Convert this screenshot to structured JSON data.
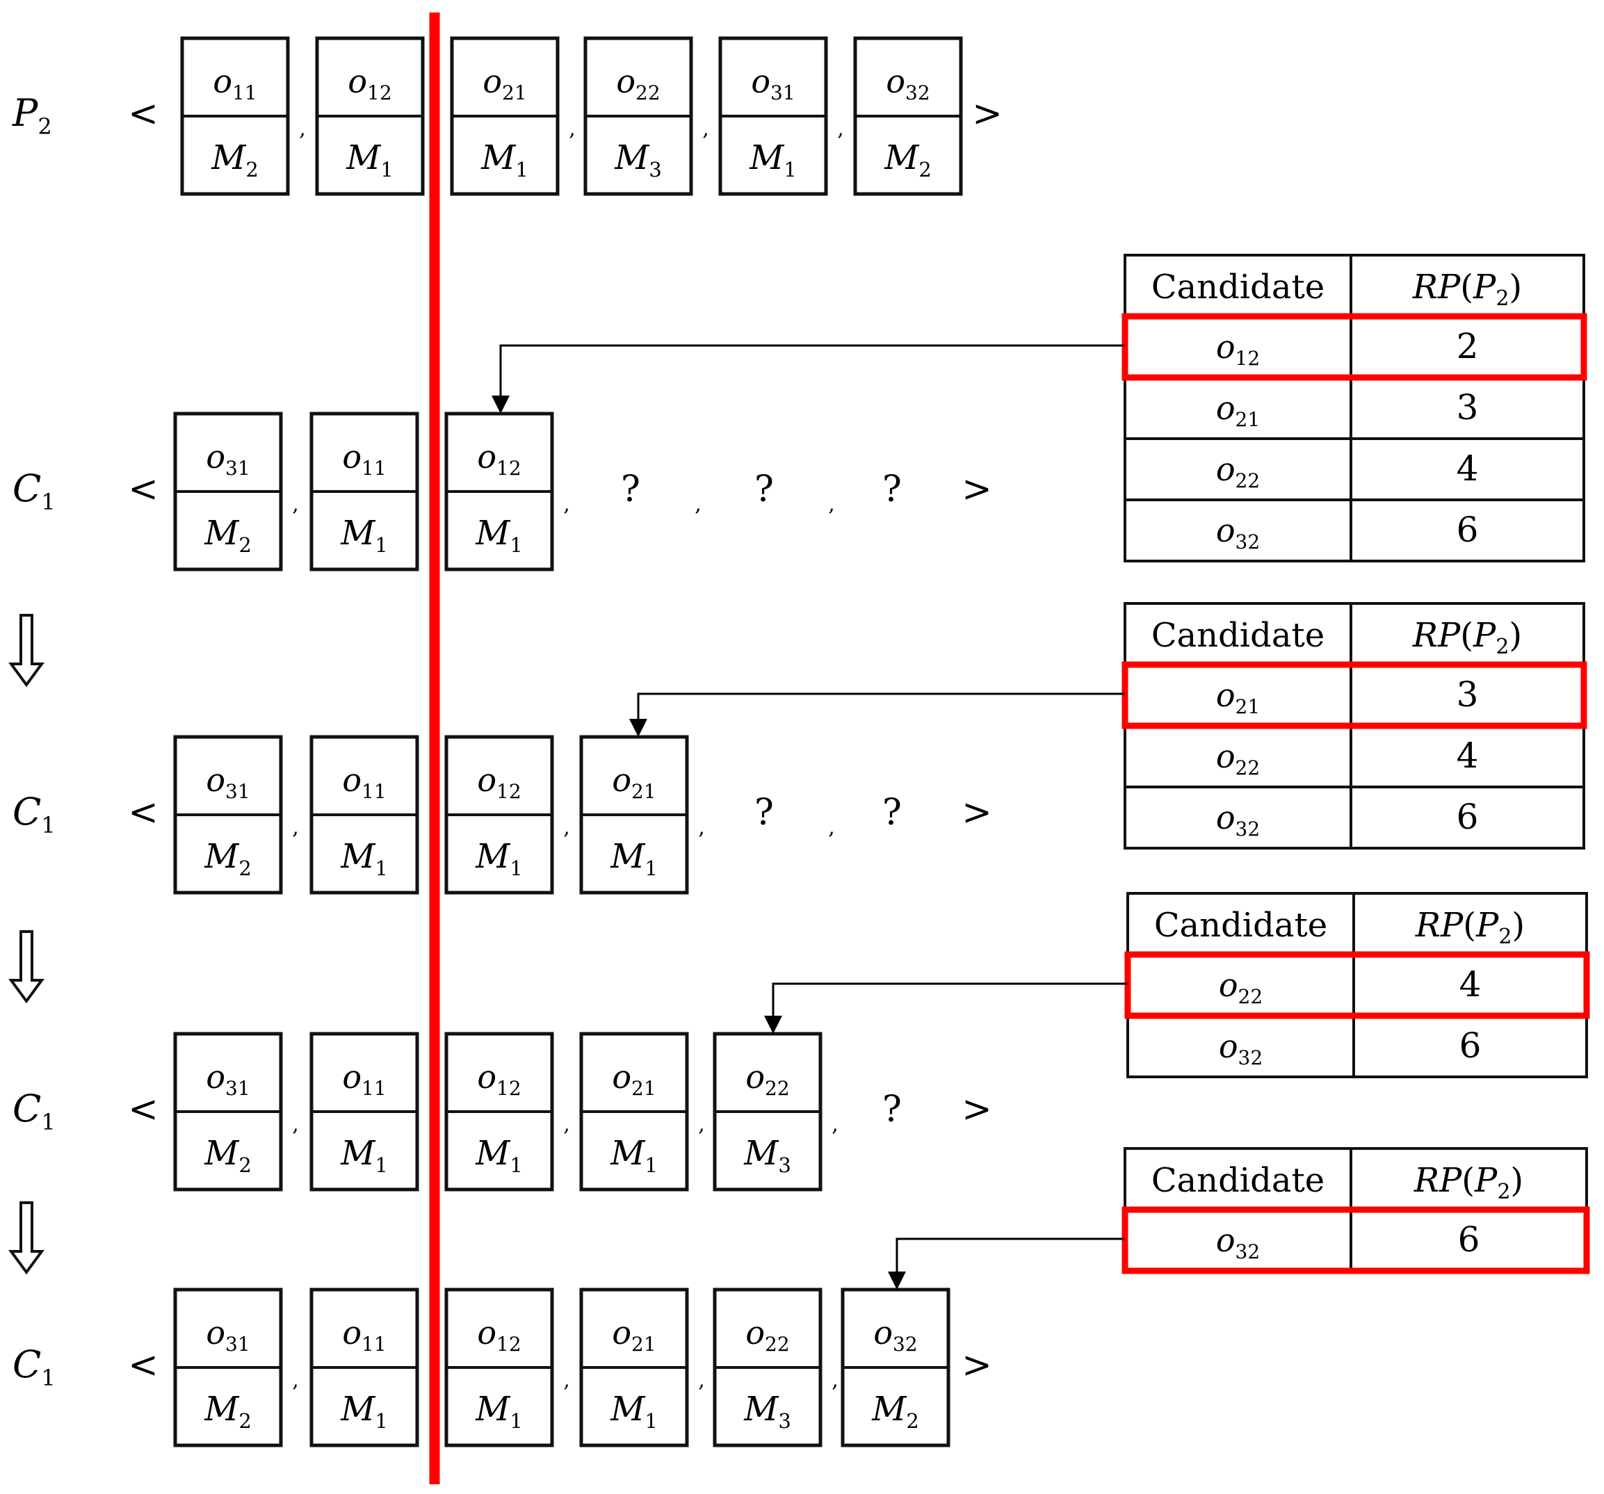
{
  "diagram": {
    "rows": [
      {
        "label": "P",
        "label_sub": "2",
        "cells": [
          {
            "op": "o",
            "op_sub": "11",
            "m": "M",
            "m_sub": "2"
          },
          {
            "op": "o",
            "op_sub": "12",
            "m": "M",
            "m_sub": "1"
          },
          {
            "op": "o",
            "op_sub": "21",
            "m": "M",
            "m_sub": "1"
          },
          {
            "op": "o",
            "op_sub": "22",
            "m": "M",
            "m_sub": "3"
          },
          {
            "op": "o",
            "op_sub": "31",
            "m": "M",
            "m_sub": "1"
          },
          {
            "op": "o",
            "op_sub": "32",
            "m": "M",
            "m_sub": "2"
          }
        ],
        "unknowns": []
      },
      {
        "label": "C",
        "label_sub": "1",
        "cells": [
          {
            "op": "o",
            "op_sub": "31",
            "m": "M",
            "m_sub": "2"
          },
          {
            "op": "o",
            "op_sub": "11",
            "m": "M",
            "m_sub": "1"
          },
          {
            "op": "o",
            "op_sub": "12",
            "m": "M",
            "m_sub": "1"
          }
        ],
        "unknowns": [
          "?",
          "?",
          "?"
        ]
      },
      {
        "label": "C",
        "label_sub": "1",
        "cells": [
          {
            "op": "o",
            "op_sub": "31",
            "m": "M",
            "m_sub": "2"
          },
          {
            "op": "o",
            "op_sub": "11",
            "m": "M",
            "m_sub": "1"
          },
          {
            "op": "o",
            "op_sub": "12",
            "m": "M",
            "m_sub": "1"
          },
          {
            "op": "o",
            "op_sub": "21",
            "m": "M",
            "m_sub": "1"
          }
        ],
        "unknowns": [
          "?",
          "?"
        ]
      },
      {
        "label": "C",
        "label_sub": "1",
        "cells": [
          {
            "op": "o",
            "op_sub": "31",
            "m": "M",
            "m_sub": "2"
          },
          {
            "op": "o",
            "op_sub": "11",
            "m": "M",
            "m_sub": "1"
          },
          {
            "op": "o",
            "op_sub": "12",
            "m": "M",
            "m_sub": "1"
          },
          {
            "op": "o",
            "op_sub": "21",
            "m": "M",
            "m_sub": "1"
          },
          {
            "op": "o",
            "op_sub": "22",
            "m": "M",
            "m_sub": "3"
          }
        ],
        "unknowns": [
          "?"
        ]
      },
      {
        "label": "C",
        "label_sub": "1",
        "cells": [
          {
            "op": "o",
            "op_sub": "31",
            "m": "M",
            "m_sub": "2"
          },
          {
            "op": "o",
            "op_sub": "11",
            "m": "M",
            "m_sub": "1"
          },
          {
            "op": "o",
            "op_sub": "12",
            "m": "M",
            "m_sub": "1"
          },
          {
            "op": "o",
            "op_sub": "21",
            "m": "M",
            "m_sub": "1"
          },
          {
            "op": "o",
            "op_sub": "22",
            "m": "M",
            "m_sub": "3"
          },
          {
            "op": "o",
            "op_sub": "32",
            "m": "M",
            "m_sub": "2"
          }
        ],
        "unknowns": []
      }
    ],
    "brackets": {
      "open": "<",
      "close": ">",
      "separator": ","
    },
    "tables": [
      {
        "header": {
          "candidate": "Candidate",
          "rp": "RP",
          "rp_arg": "P",
          "rp_arg_sub": "2"
        },
        "rows": [
          {
            "op": "o",
            "op_sub": "12",
            "value": "2"
          },
          {
            "op": "o",
            "op_sub": "21",
            "value": "3"
          },
          {
            "op": "o",
            "op_sub": "22",
            "value": "4"
          },
          {
            "op": "o",
            "op_sub": "32",
            "value": "6"
          }
        ],
        "highlighted_row": 0
      },
      {
        "header": {
          "candidate": "Candidate",
          "rp": "RP",
          "rp_arg": "P",
          "rp_arg_sub": "2"
        },
        "rows": [
          {
            "op": "o",
            "op_sub": "21",
            "value": "3"
          },
          {
            "op": "o",
            "op_sub": "22",
            "value": "4"
          },
          {
            "op": "o",
            "op_sub": "32",
            "value": "6"
          }
        ],
        "highlighted_row": 0
      },
      {
        "header": {
          "candidate": "Candidate",
          "rp": "RP",
          "rp_arg": "P",
          "rp_arg_sub": "2"
        },
        "rows": [
          {
            "op": "o",
            "op_sub": "22",
            "value": "4"
          },
          {
            "op": "o",
            "op_sub": "32",
            "value": "6"
          }
        ],
        "highlighted_row": 0
      },
      {
        "header": {
          "candidate": "Candidate",
          "rp": "RP",
          "rp_arg": "P",
          "rp_arg_sub": "2"
        },
        "rows": [
          {
            "op": "o",
            "op_sub": "32",
            "value": "6"
          }
        ],
        "highlighted_row": 0
      }
    ],
    "colors": {
      "separator": "#ff0000",
      "highlight": "#ff0000",
      "line": "#111111"
    },
    "icons": {
      "step_arrow": "down-double-arrow-icon"
    }
  }
}
